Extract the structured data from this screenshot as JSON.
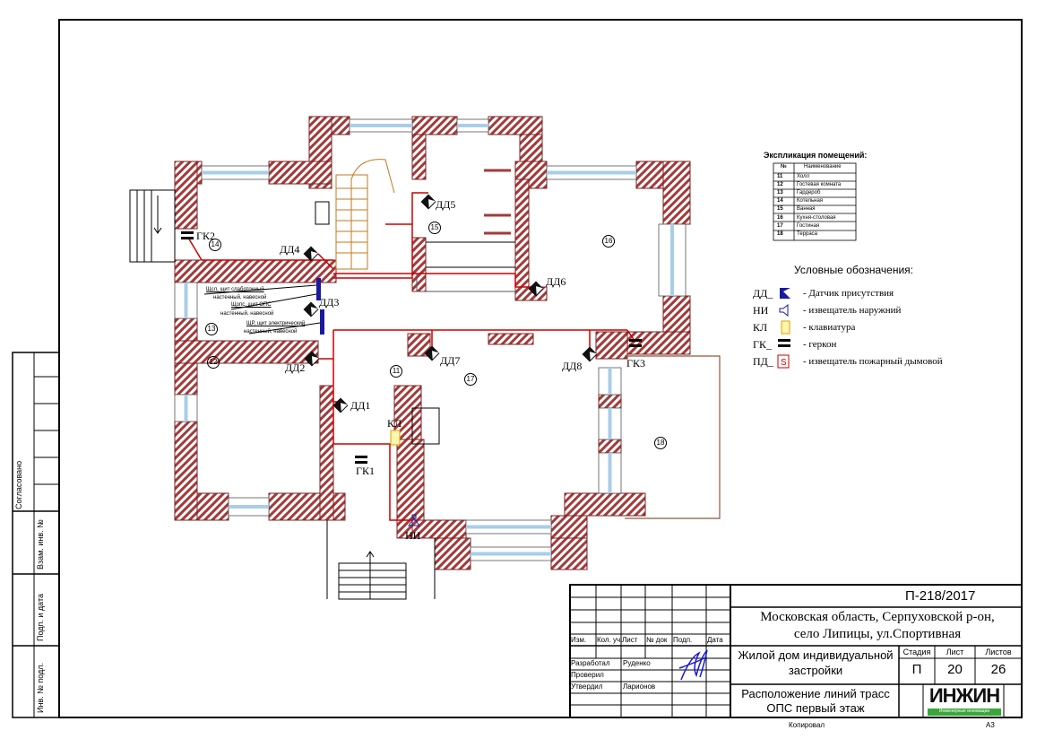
{
  "explication": {
    "title": "Экспликация помещений:",
    "headers": [
      "№",
      "Наименование"
    ],
    "rows": [
      [
        "11",
        "Холл"
      ],
      [
        "12",
        "Гостевая комната"
      ],
      [
        "13",
        "Гардероб"
      ],
      [
        "14",
        "Котельная"
      ],
      [
        "15",
        "Ванная"
      ],
      [
        "16",
        "Кухня-столовая"
      ],
      [
        "17",
        "Гостиная"
      ],
      [
        "18",
        "Терраса"
      ]
    ]
  },
  "legend": {
    "title": "Условные обозначения:",
    "items": [
      {
        "code": "ДД_",
        "icon": "presence-sensor-icon",
        "text": "- Датчик присутствия"
      },
      {
        "code": "НИ",
        "icon": "outdoor-siren-icon",
        "text": "- извещатель наружний"
      },
      {
        "code": "КЛ",
        "icon": "keypad-icon",
        "text": "- клавиатура"
      },
      {
        "code": "ГК_",
        "icon": "reed-switch-icon",
        "text": "- геркон"
      },
      {
        "code": "ПД_",
        "icon": "smoke-detector-icon",
        "text": "- извещатель пожарный дымовой"
      }
    ]
  },
  "devices": {
    "dd1": "ДД1",
    "dd2": "ДД2",
    "dd3": "ДД3",
    "dd4": "ДД4",
    "dd5": "ДД5",
    "dd6": "ДД6",
    "dd7": "ДД7",
    "dd8": "ДД8",
    "gk1": "ГК1",
    "gk2": "ГК2",
    "gk3": "ГК3",
    "kl": "КЛ",
    "ni": "НИ"
  },
  "rooms": {
    "r11": "11",
    "r12": "12",
    "r13": "13",
    "r14": "14",
    "r15": "15",
    "r16": "16",
    "r17": "17",
    "r18": "18"
  },
  "panels": {
    "shsl_1": "Щсл, щит слаботочный",
    "shsl_2": "настенный, навесной",
    "shops_1": "Щопс, щит ОПС",
    "shops_2": "настенный, навесной",
    "shr_1": "ЩР, щит электрический",
    "shr_2": "настенный, навесной"
  },
  "left_strip": {
    "agreed": "Согласовано",
    "replace_inv": "Взам. инв. №",
    "sign_date": "Подп. и дата",
    "inv_orig": "Инв. № подл."
  },
  "title_block": {
    "doc_number": "П-218/2017",
    "address_1": "Московская область, Серпуховской р-он,",
    "address_2": "село Липицы, ул.Спортивная",
    "object_1": "Жилой дом индивидуальной",
    "object_2": "застройки",
    "sheet_title_1": "Расположение линий  трасс",
    "sheet_title_2": "ОПС первый этаж",
    "col_headers": [
      "Изм.",
      "Кол. уч.",
      "Лист",
      "№ док",
      "Подп.",
      "Дата"
    ],
    "roles": [
      {
        "role": "Разработал",
        "name": "Руденко"
      },
      {
        "role": "Проверил",
        "name": ""
      },
      {
        "role": "Утвердил",
        "name": "Ларионов"
      }
    ],
    "stage_label": "Стадия",
    "stage": "П",
    "sheet_label": "Лист",
    "sheet": "20",
    "sheets_label": "Листов",
    "sheets": "26",
    "logo_text": "ИНЖИН",
    "logo_sub": "Инженерные инновации",
    "copied": "Копировал",
    "format": "А3"
  },
  "colors": {
    "wall": "#a33a3a",
    "cable": "#cc0000",
    "window": "#a9cde8",
    "sensor": "#1a1aa0",
    "logo_green": "#3aa63a"
  }
}
